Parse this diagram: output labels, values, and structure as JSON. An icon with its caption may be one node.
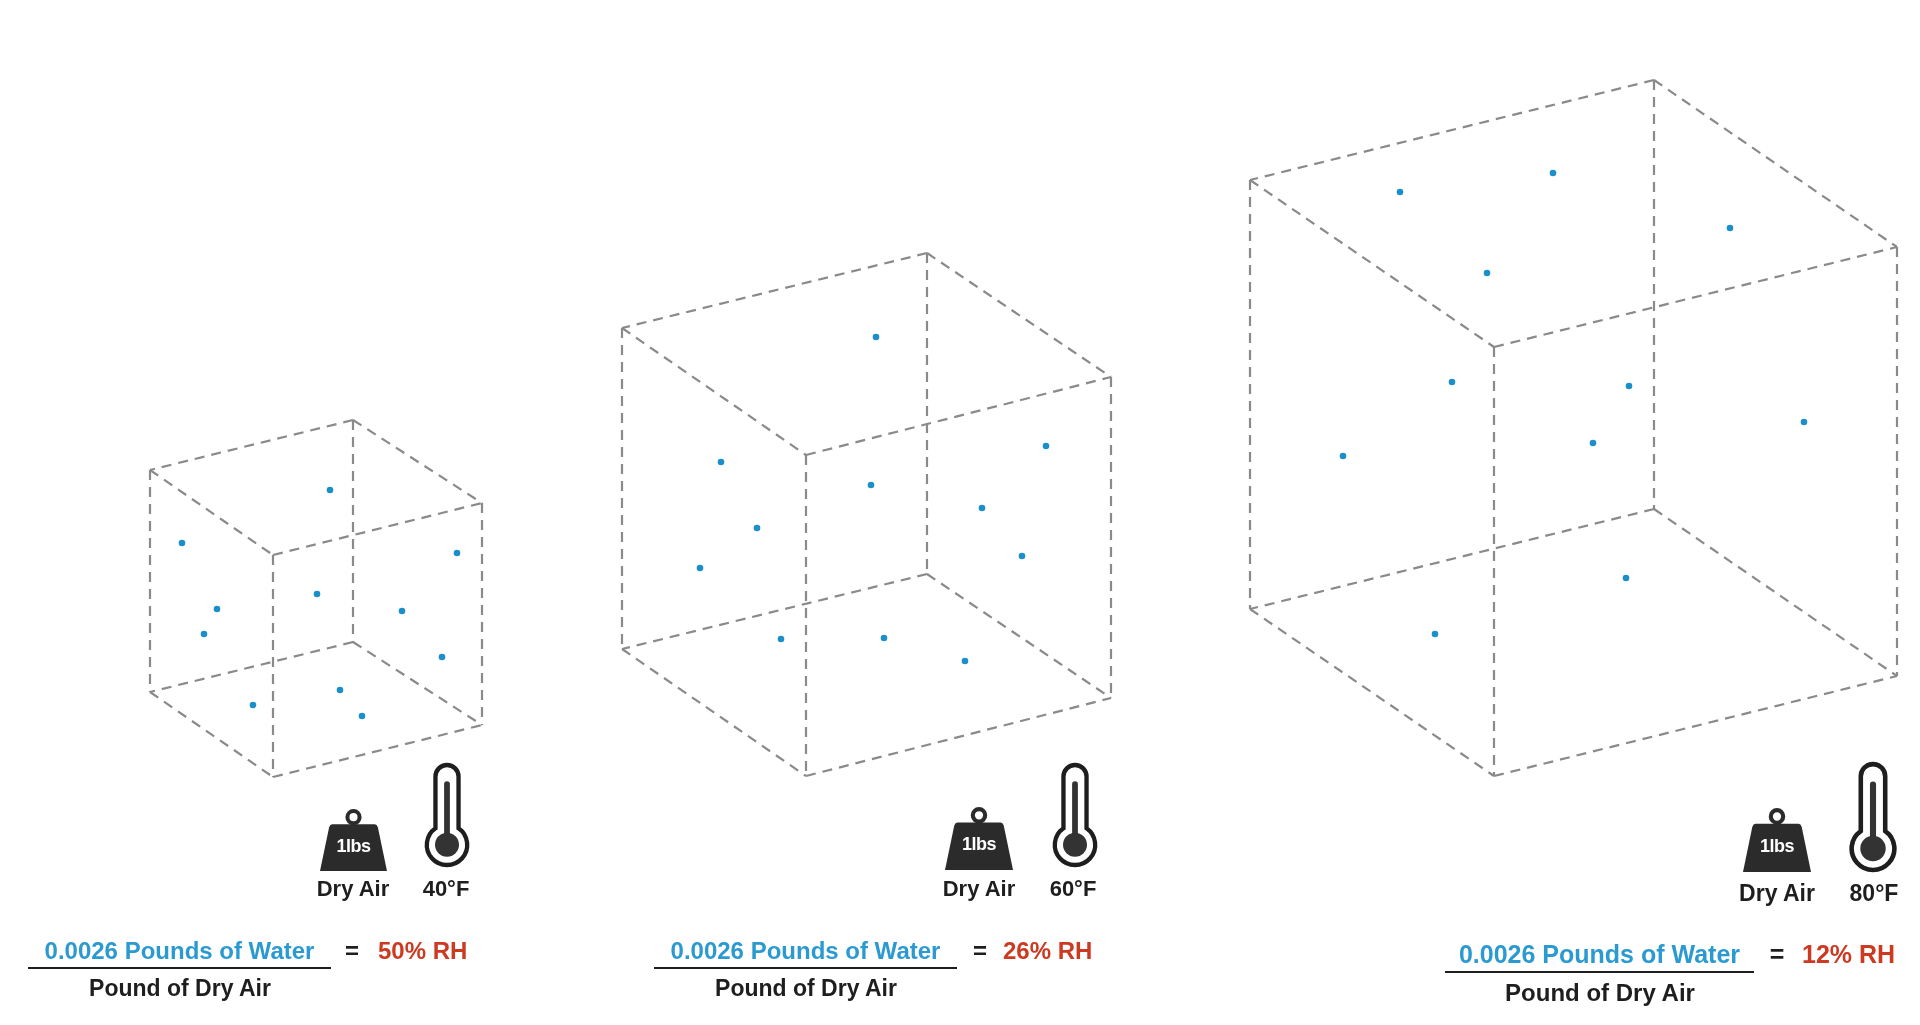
{
  "diagram": {
    "nodes": [
      {
        "text": [
          "1lbs"
        ],
        "beside": [
          "Dry Air"
        ]
      },
      {
        "text": [
          "1lbs"
        ],
        "beside": [
          "Dry Air"
        ]
      },
      {
        "text": [
          "1lbs"
        ],
        "beside": [
          "Dry Air"
        ]
      }
    ],
    "labels": [
      "40°F",
      "0.0026 Pounds of Water",
      "=",
      "50% RH",
      "Pound of Dry Air",
      "60°F",
      "0.0026 Pounds of Water",
      "=",
      "26% RH",
      "Pound of Dry Air",
      "80°F",
      "0.0026 Pounds of Water",
      "=",
      "12% RH",
      "Pound of Dry Air"
    ]
  }
}
